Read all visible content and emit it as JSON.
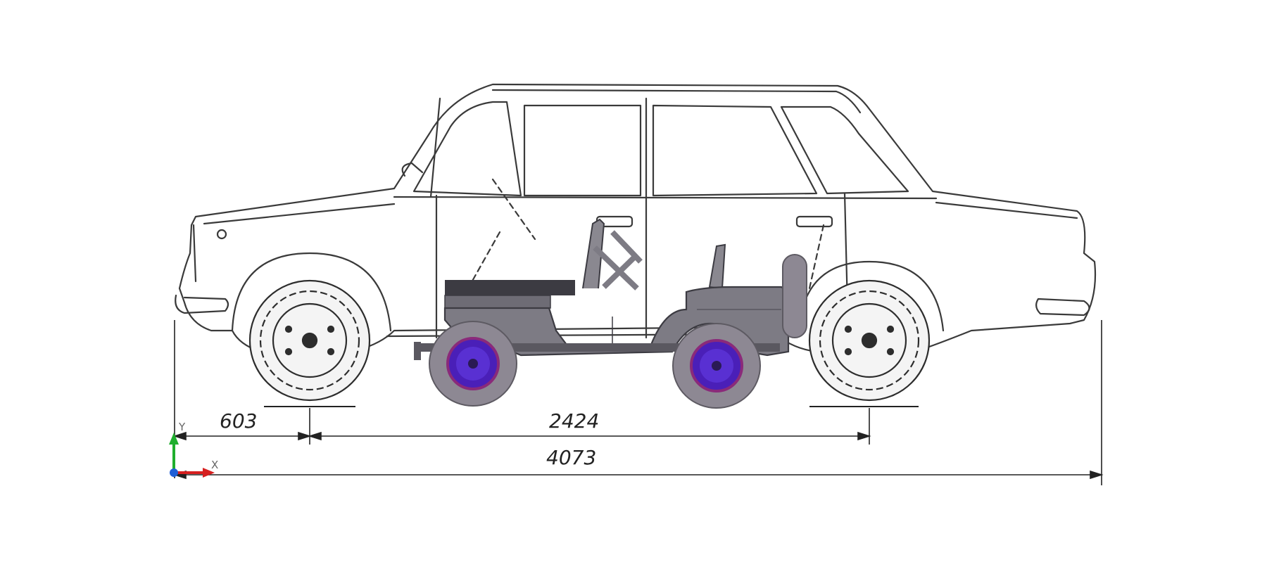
{
  "dimensions": {
    "front_overhang": "603",
    "wheelbase": "2424",
    "overall_length": "4073"
  },
  "axis_indicator": {
    "x_label": "X",
    "y_label": "Y",
    "x_color": "#d62020",
    "y_color": "#1fae2e",
    "origin_color": "#1f5fd6"
  },
  "colors": {
    "sedan_line": "#3a3a3a",
    "buggy_body": "#7d7b84",
    "buggy_dark": "#3c3b42",
    "tire": "#8d8893",
    "rim": "#4a1fb8",
    "rim_edge": "#8a2a7a"
  }
}
